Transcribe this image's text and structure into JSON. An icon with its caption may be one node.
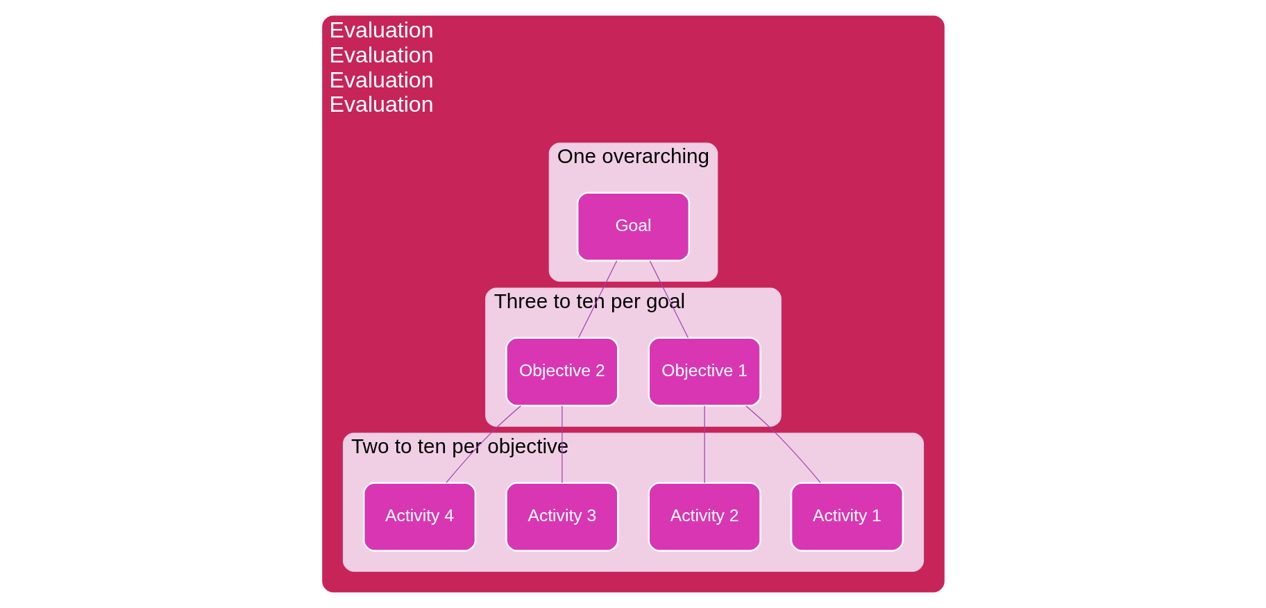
{
  "diagram": {
    "nodes": [
      {
        "text": [
          "Evaluation",
          "Evaluation",
          "Evaluation",
          "Evaluation"
        ]
      },
      {
        "text": [
          "One overarching"
        ],
        "in": 0
      },
      {
        "text": [
          "Goal"
        ],
        "in": 1
      },
      {
        "text": [
          "Three to ten per goal"
        ],
        "in": 0
      },
      {
        "text": [
          "Objective 1"
        ],
        "in": 3
      },
      {
        "text": [
          "Objective 2"
        ],
        "in": 3
      },
      {
        "text": [
          "Two to ten per objective"
        ],
        "in": 0
      },
      {
        "text": [
          "Activity 1"
        ],
        "in": 6
      },
      {
        "text": [
          "Activity 2"
        ],
        "in": 6
      },
      {
        "text": [
          "Activity 3"
        ],
        "in": 6
      },
      {
        "text": [
          "Activity 4"
        ],
        "in": 6
      }
    ],
    "edges": [
      {
        "from": 2,
        "to": 4,
        "arrow": "none"
      },
      {
        "from": 2,
        "to": 5,
        "arrow": "none"
      },
      {
        "from": 4,
        "to": 7,
        "arrow": "none"
      },
      {
        "from": 4,
        "to": 8,
        "arrow": "none"
      },
      {
        "from": 5,
        "to": 9,
        "arrow": "none"
      },
      {
        "from": 5,
        "to": 10,
        "arrow": "none"
      }
    ]
  }
}
